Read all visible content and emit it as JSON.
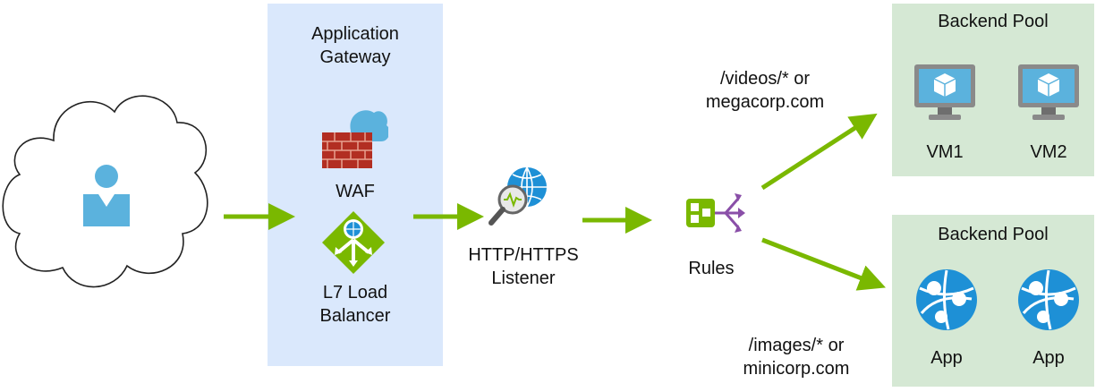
{
  "gateway": {
    "title_line1": "Application",
    "title_line2": "Gateway",
    "waf_label": "WAF",
    "lb_label_line1": "L7 Load",
    "lb_label_line2": "Balancer"
  },
  "listener": {
    "label_line1": "HTTP/HTTPS",
    "label_line2": "Listener"
  },
  "rules": {
    "label": "Rules"
  },
  "routes": {
    "top_line1": "/videos/* or",
    "top_line2": "megacorp.com",
    "bottom_line1": "/images/* or",
    "bottom_line2": "minicorp.com"
  },
  "pool_top": {
    "title": "Backend Pool",
    "items": [
      "VM1",
      "VM2"
    ]
  },
  "pool_bottom": {
    "title": "Backend Pool",
    "items": [
      "App",
      "App"
    ]
  },
  "colors": {
    "arrow": "#7ab800",
    "gateway_panel": "#dae8fc",
    "pool_panel": "#d5e8d4",
    "user_icon": "#5bb2dd",
    "waf_red": "#b22e22",
    "lb_green": "#7ab800",
    "rules_purple": "#8a4fa8"
  },
  "icons": {
    "client": "internet-cloud-with-user",
    "waf": "firewall-icon",
    "load_balancer": "load-balancer-icon",
    "listener": "globe-magnifier-icon",
    "rules": "routing-rules-icon",
    "vm": "virtual-machine-icon",
    "app": "app-service-icon"
  }
}
